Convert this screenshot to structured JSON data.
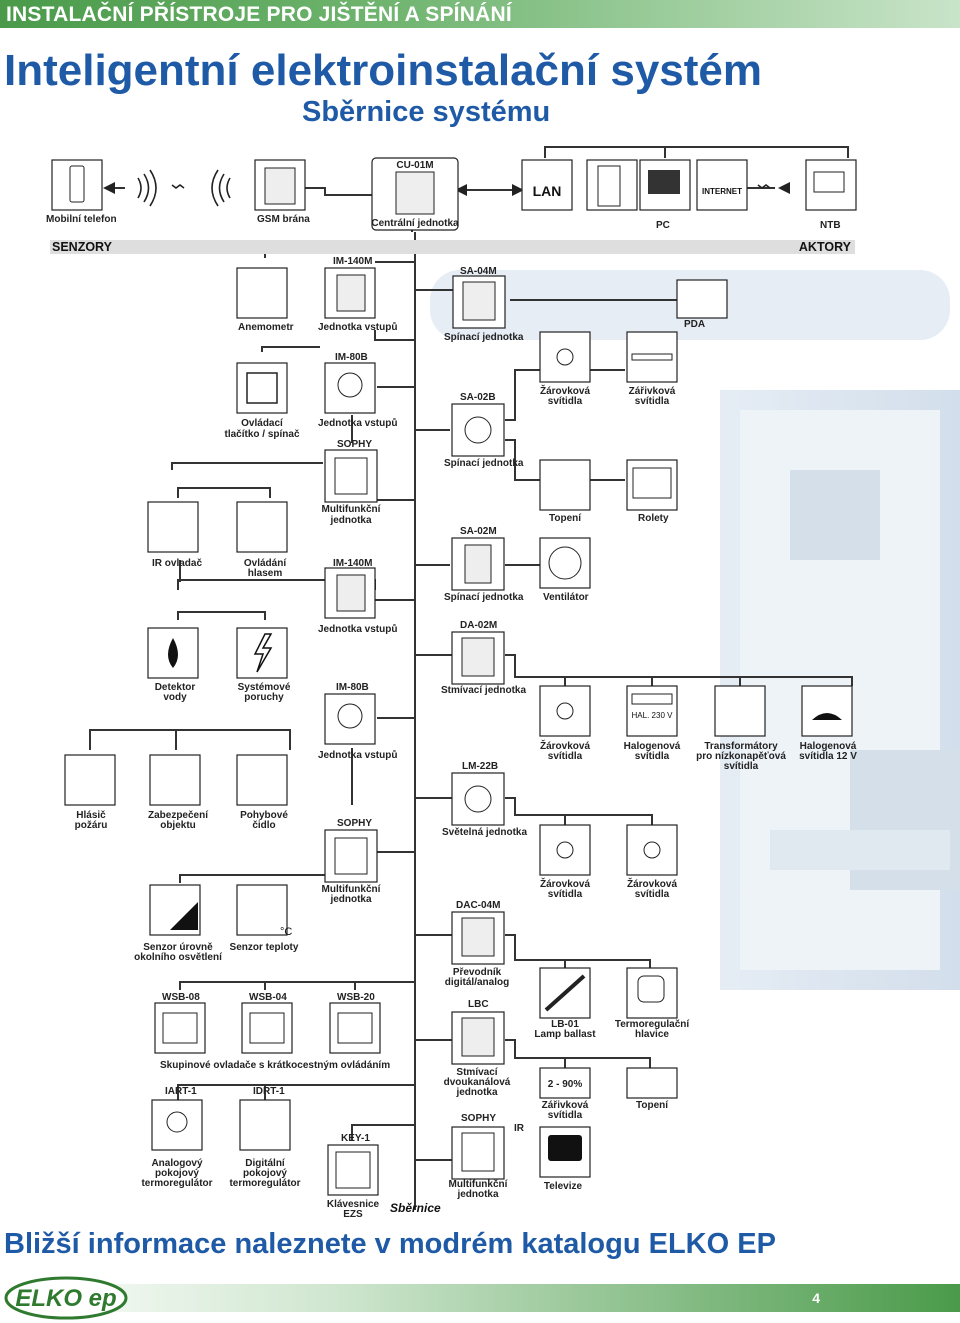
{
  "header": {
    "category": "INSTALAČNÍ PŘÍSTROJE PRO JIŠTĚNÍ A SPÍNÁNÍ",
    "title": "Inteligentní elektroinstalační systém",
    "subtitle": "Sběrnice systému"
  },
  "top": {
    "mobile": "Mobilní telefon",
    "gsm": "GSM brána",
    "cu_model": "CU-01M",
    "cu": "Centrální jednotka",
    "lan": "LAN",
    "internet": "INTERNET",
    "pc": "PC",
    "ntb": "NTB"
  },
  "bars": {
    "sensors": "SENZORY",
    "actors": "AKTORY"
  },
  "sensors": {
    "anemometr": "Anemometr",
    "im140_a": "IM-140M",
    "unit_in_a": "Jednotka vstupů",
    "im80_a": "IM-80B",
    "button": "Ovládací",
    "button2": "tlačítko / spínač",
    "unit_in_b": "Jednotka vstupů",
    "sophy_a": "SOPHY",
    "multi_a": "Multifunkční",
    "multi_a2": "jednotka",
    "ir": "IR ovladač",
    "voice": "Ovládání",
    "voice2": "hlasem",
    "im140_b": "IM-140M",
    "unit_in_c": "Jednotka vstupů",
    "water": "Detektor",
    "water2": "vody",
    "fault": "Systémové",
    "fault2": "poruchy",
    "im80_b": "IM-80B",
    "unit_in_d": "Jednotka vstupů",
    "fire": "Hlásič",
    "fire2": "požáru",
    "secure": "Zabezpečení",
    "secure2": "objektu",
    "motion": "Pohybové",
    "motion2": "čidlo",
    "sophy_b": "SOPHY",
    "multi_b": "Multifunkční",
    "multi_b2": "jednotka",
    "light": "Senzor úrovně",
    "light2": "okolního osvětlení",
    "temp": "Senzor teploty",
    "wsb08": "WSB-08",
    "wsb04": "WSB-04",
    "wsb20": "WSB-20",
    "group": "Skupinové ovladače s krátkocestným ovládáním",
    "iart": "IART-1",
    "idrt": "IDRT-1",
    "key": "KEY-1",
    "analog": "Analogový",
    "analog2": "pokojový",
    "analog3": "termoregulátor",
    "digital": "Digitální",
    "digital2": "pokojový",
    "digital3": "termoregulátor",
    "keypad": "Klávesnice",
    "keypad2": "EZS",
    "bus": "Sběrnice",
    "temp_sym": "°C"
  },
  "actors": {
    "sa04": "SA-04M",
    "pda": "PDA",
    "switch_a": "Spínací jednotka",
    "bulb_a": "Žárovková",
    "bulb_a2": "svítidla",
    "fluo_a": "Zářivková",
    "fluo_a2": "svítidla",
    "sa02b": "SA-02B",
    "switch_b": "Spínací jednotka",
    "heat_a": "Topení",
    "blinds": "Rolety",
    "sa02m": "SA-02M",
    "switch_c": "Spínací jednotka",
    "fan": "Ventilátor",
    "da02": "DA-02M",
    "dimmer": "Stmívací jednotka",
    "bulb_b": "Žárovková",
    "bulb_b2": "svítidla",
    "halo": "Halogenová",
    "halo2": "svítidla",
    "hal230": "HAL. 230 V",
    "trafo": "Transformátory",
    "trafo2": "pro nízkonapěťová",
    "trafo3": "svítidla",
    "halo12": "Halogenová",
    "halo12_2": "svítidla 12 V",
    "lm22": "LM-22B",
    "lightunit": "Světelná jednotka",
    "bulb_c": "Žárovková",
    "bulb_c2": "svítidla",
    "bulb_d": "Žárovková",
    "bulb_d2": "svítidla",
    "dac04": "DAC-04M",
    "conv": "Převodník",
    "conv2": "digitál/analog",
    "lbc": "LBC",
    "lb01": "LB-01",
    "lb01b": "Lamp ballast",
    "thermo": "Termoregulační",
    "thermo2": "hlavice",
    "dual": "Stmívací",
    "dual2": "dvoukanálová",
    "dual3": "jednotka",
    "range": "2 - 90%",
    "fluo_b": "Zářivková",
    "fluo_b2": "svítidla",
    "heat_b": "Topení",
    "sophy_c": "SOPHY",
    "ir_lbl": "IR",
    "multi_c": "Multifunkční",
    "multi_c2": "jednotka",
    "tv": "Televize"
  },
  "footer": {
    "info": "Bližší informace naleznete v modrém katalogu ELKO EP",
    "page": "4",
    "logo": "ELKO ep"
  }
}
